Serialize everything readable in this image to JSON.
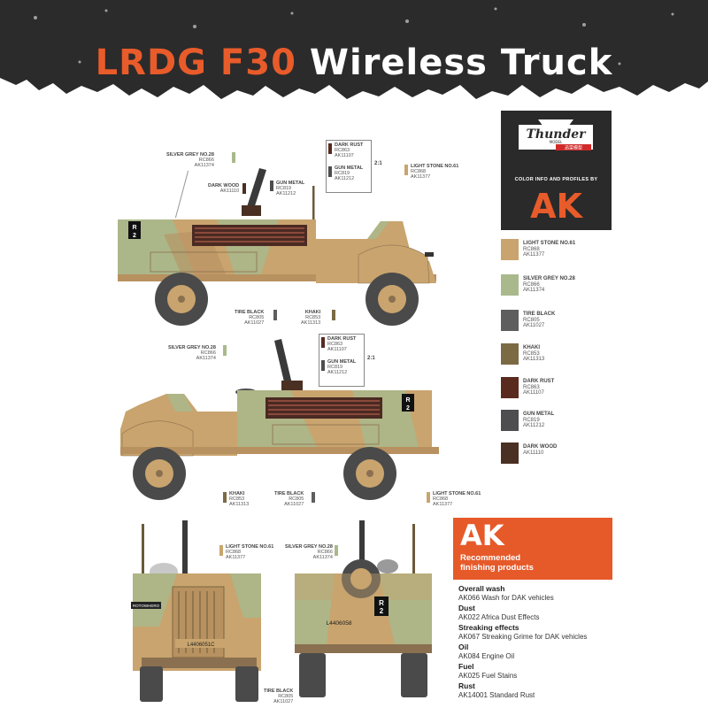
{
  "header": {
    "title_part1": "LRDG F30",
    "title_part2": "Wireless Truck",
    "band_color": "#2b2b2b",
    "accent_color": "#e85b2a"
  },
  "brand": {
    "logo_text": "Thunder",
    "logo_sub": "MODEL",
    "logo_cn": "迅雷模型",
    "color_info": "COLOR INFO AND PROFILES BY",
    "ak_logo": "AK"
  },
  "legend": [
    {
      "name": "LIGHT STONE NO.61",
      "rc": "RC868",
      "ak": "AK11377",
      "color": "#c9a46e"
    },
    {
      "name": "SILVER GREY NO.28",
      "rc": "RC866",
      "ak": "AK11374",
      "color": "#a9b98c"
    },
    {
      "name": "TIRE BLACK",
      "rc": "RC805",
      "ak": "AK11027",
      "color": "#5e5e5e"
    },
    {
      "name": "KHAKI",
      "rc": "RC853",
      "ak": "AK11313",
      "color": "#7b6a44"
    },
    {
      "name": "DARK RUST",
      "rc": "RC863",
      "ak": "AK11107",
      "color": "#5a2a1f"
    },
    {
      "name": "GUN METAL",
      "rc": "RC819",
      "ak": "AK11212",
      "color": "#4e4e50"
    },
    {
      "name": "DARK WOOD",
      "rc": "",
      "ak": "AK11110",
      "color": "#4a3023"
    }
  ],
  "callouts": {
    "p1_silver": {
      "name": "SILVER GREY NO.28",
      "rc": "RC866",
      "ak": "AK11374"
    },
    "p1_darkwood": {
      "name": "DARK WOOD",
      "ak": "AK11110"
    },
    "p1_gunmetal": {
      "name": "GUN METAL",
      "rc": "RC819",
      "ak": "AK11212"
    },
    "p1_darkrust_mix": {
      "name": "DARK RUST",
      "rc": "RC863",
      "ak": "AK11107"
    },
    "p1_gunmetal_mix": {
      "name": "GUN METAL",
      "rc": "RC819",
      "ak": "AK11212"
    },
    "p1_lightstone": {
      "name": "LIGHT STONE NO.61",
      "rc": "RC868",
      "ak": "AK11377"
    },
    "p1_tireblack": {
      "name": "TIRE BLACK",
      "rc": "RC805",
      "ak": "AK11027"
    },
    "p1_khaki": {
      "name": "KHAKI",
      "rc": "RC853",
      "ak": "AK11313"
    },
    "p2_silver": {
      "name": "SILVER GREY NO.28",
      "rc": "RC866",
      "ak": "AK11374"
    },
    "p2_darkrust_mix": {
      "name": "DARK RUST",
      "rc": "RC863",
      "ak": "AK11107"
    },
    "p2_gunmetal_mix": {
      "name": "GUN METAL",
      "rc": "RC819",
      "ak": "AK11212"
    },
    "p2_khaki": {
      "name": "KHAKI",
      "rc": "RC853",
      "ak": "AK11313"
    },
    "p2_tireblack": {
      "name": "TIRE BLACK",
      "rc": "RC805",
      "ak": "AK11027"
    },
    "p2_lightstone": {
      "name": "LIGHT STONE NO.61",
      "rc": "RC868",
      "ak": "AK11377"
    },
    "p3_lightstone": {
      "name": "LIGHT STONE NO.61",
      "rc": "RC868",
      "ak": "AK11377"
    },
    "p3_silver": {
      "name": "SILVER GREY NO.28",
      "rc": "RC866",
      "ak": "AK11374"
    },
    "p3_tireblack": {
      "name": "TIRE BLACK",
      "rc": "RC805",
      "ak": "AK11027"
    },
    "ratio": "2:1"
  },
  "markings": {
    "tac_sign": "R\n2",
    "tac_r": "R",
    "tac_2": "2",
    "front_plate": "L4406051C",
    "rear_plate": "L4406058",
    "name_plate": "ROTOWHERO"
  },
  "ak_panel": {
    "logo": "AK",
    "line1": "Recommended",
    "line2": "finishing products"
  },
  "products": [
    {
      "heading": "Overall wash",
      "items": [
        "AK066 Wash for DAK vehicles"
      ]
    },
    {
      "heading": "Dust",
      "items": [
        "AK022 Africa Dust Effects"
      ]
    },
    {
      "heading": "Streaking effects",
      "items": [
        "AK067 Streaking Grime for DAK vehicles"
      ]
    },
    {
      "heading": "Oil",
      "items": [
        "AK084 Engine Oil"
      ]
    },
    {
      "heading": "Fuel",
      "items": [
        "AK025 Fuel Stains"
      ]
    },
    {
      "heading": "Rust",
      "items": [
        "AK14001 Standard Rust"
      ]
    }
  ]
}
